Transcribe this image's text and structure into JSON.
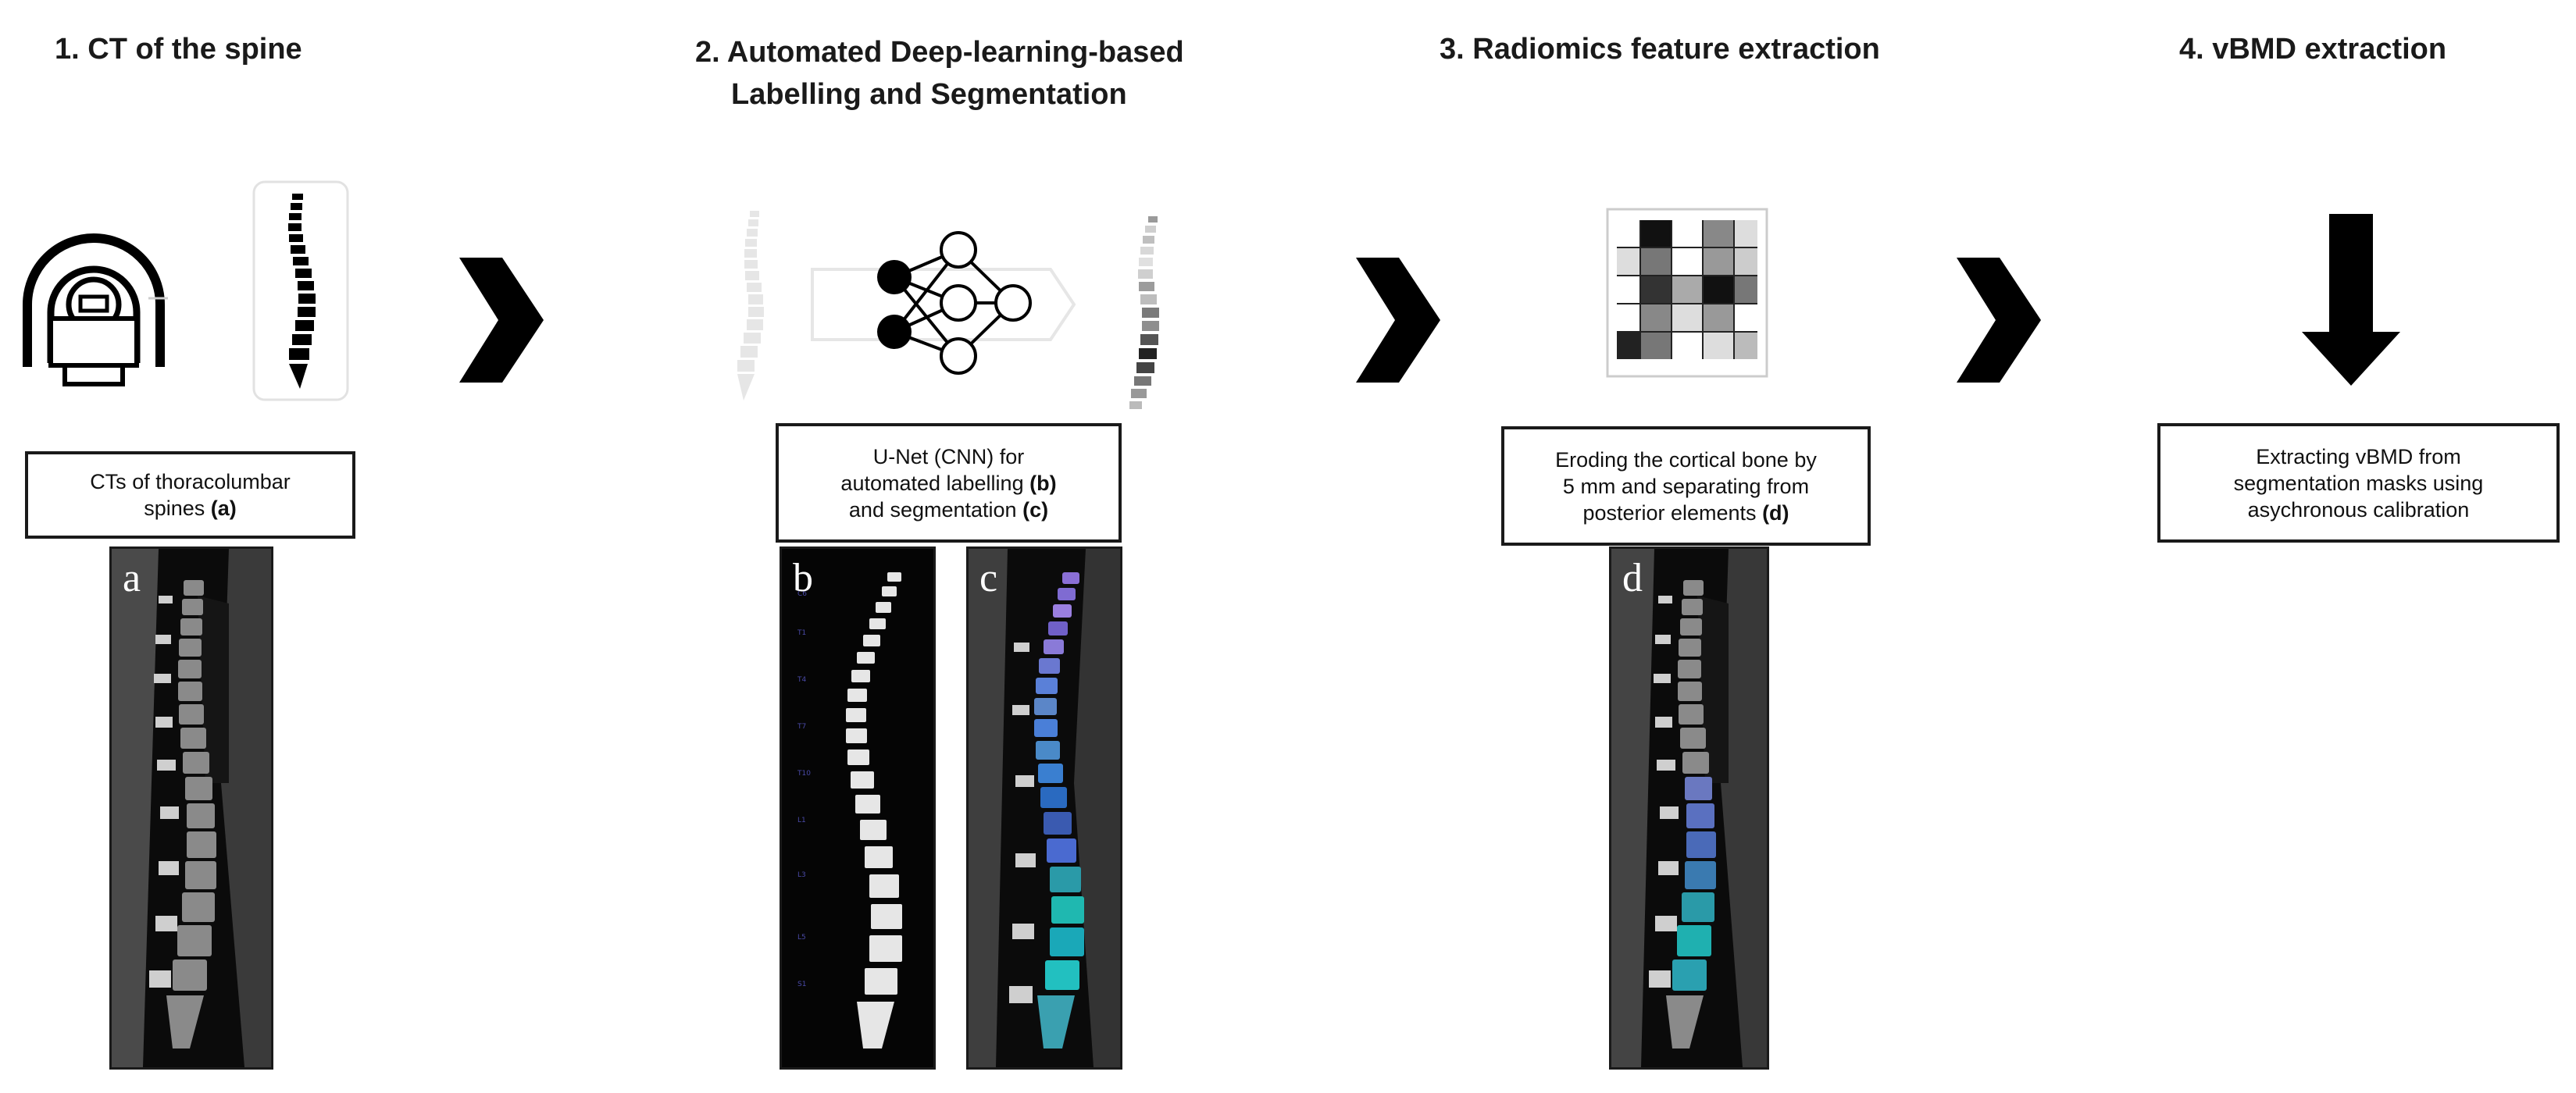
{
  "steps": [
    {
      "title": "1. CT of the spine"
    },
    {
      "title_line1": "2. Automated Deep-learning-based",
      "title_line2": "Labelling and Segmentation"
    },
    {
      "title": "3. Radiomics feature extraction"
    },
    {
      "title": "4. vBMD extraction"
    }
  ],
  "boxes": {
    "b1": {
      "line1": "CTs of thoracolumbar",
      "line2_text": "spines ",
      "line2_bold": "(a)"
    },
    "b2": {
      "line1": "U-Net (CNN) for",
      "line2_text": "automated labelling ",
      "line2_bold": "(b)",
      "line3_text": "and segmentation ",
      "line3_bold": "(c)"
    },
    "b3": {
      "line1": "Eroding the cortical bone by",
      "line2": "5 mm and separating from",
      "line3_text": "posterior elements ",
      "line3_bold": "(d)"
    },
    "b4": {
      "line1": "Extracting vBMD from",
      "line2": "segmentation masks using",
      "line3": "asychronous calibration"
    }
  },
  "panels": {
    "a": "a",
    "b": "b",
    "c": "c",
    "d": "d"
  },
  "colors": {
    "text": "#1a1a1a",
    "arrow": "#000000",
    "ct_bg": "#0a0a0a",
    "seg_purple": "#8a6fd6",
    "seg_blue": "#4a7fd8",
    "seg_cyan": "#1fb8b0"
  },
  "icons": [
    "ct-scanner-icon",
    "spine-icon",
    "neural-network-icon",
    "texture-matrix-icon",
    "down-arrow-icon",
    "chevron-right-icon"
  ]
}
